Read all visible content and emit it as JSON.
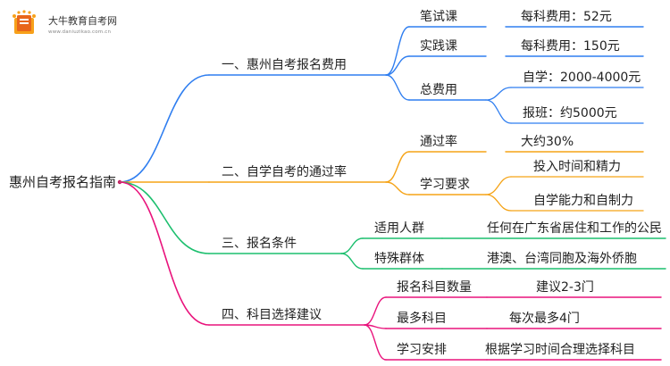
{
  "logo": {
    "name": "大牛教育自考网",
    "url": "www.daniuzikao.com.cn"
  },
  "colors": {
    "blue": "#2f7ef0",
    "orange": "#f5a316",
    "green": "#1cbf6e",
    "pink": "#e9137c",
    "root": "#c2185b"
  },
  "root": "惠州自考报名指南",
  "branches": [
    {
      "id": "fees",
      "label": "一、惠州自考报名费用",
      "color": "#2f7ef0",
      "children": [
        {
          "label": "笔试课",
          "value": "每科费用：52元"
        },
        {
          "label": "实践课",
          "value": "每科费用：150元"
        },
        {
          "label": "总费用",
          "values": [
            "自学：2000-4000元",
            "报班：约5000元"
          ]
        }
      ]
    },
    {
      "id": "pass",
      "label": "二、自学自考的通过率",
      "color": "#f5a316",
      "children": [
        {
          "label": "通过率",
          "value": "大约30%"
        },
        {
          "label": "学习要求",
          "values": [
            "投入时间和精力",
            "自学能力和自制力"
          ]
        }
      ]
    },
    {
      "id": "cond",
      "label": "三、报名条件",
      "color": "#1cbf6e",
      "children": [
        {
          "label": "适用人群",
          "value": "任何在广东省居住和工作的公民"
        },
        {
          "label": "特殊群体",
          "value": "港澳、台湾同胞及海外侨胞"
        }
      ]
    },
    {
      "id": "advice",
      "label": "四、科目选择建议",
      "color": "#e9137c",
      "children": [
        {
          "label": "报名科目数量",
          "value": "建议2-3门"
        },
        {
          "label": "最多科目",
          "value": "每次最多4门"
        },
        {
          "label": "学习安排",
          "value": "根据学习时间合理选择科目"
        }
      ]
    }
  ]
}
